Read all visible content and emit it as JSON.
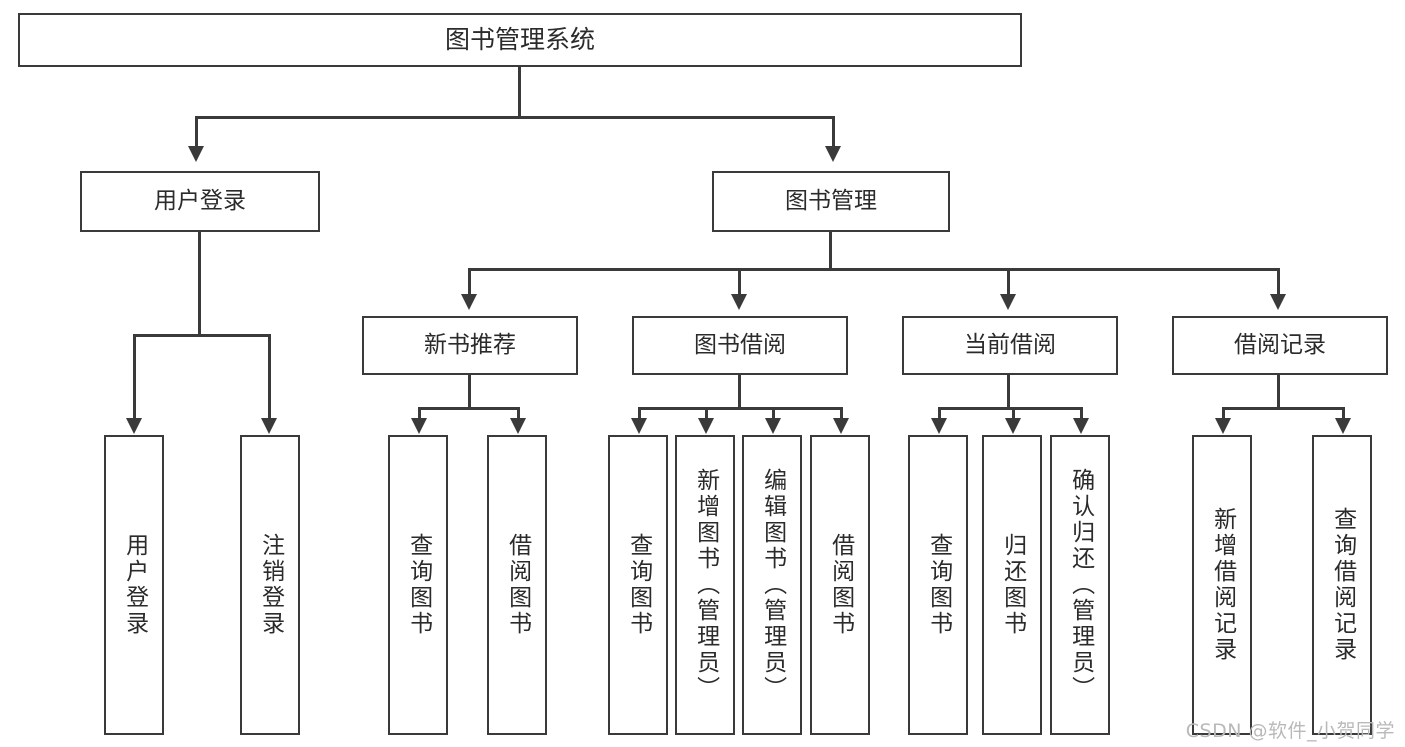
{
  "diagram": {
    "title": "图书管理系统",
    "root": {
      "label": "图书管理系统"
    },
    "level2": [
      {
        "label": "用户登录"
      },
      {
        "label": "图书管理"
      }
    ],
    "level3": [
      {
        "label": "新书推荐"
      },
      {
        "label": "图书借阅"
      },
      {
        "label": "当前借阅"
      },
      {
        "label": "借阅记录"
      }
    ],
    "leaves": {
      "user_login": [
        {
          "label": "用户登录"
        },
        {
          "label": "注销登录"
        }
      ],
      "new_book_recommend": [
        {
          "label": "查询图书"
        },
        {
          "label": "借阅图书"
        }
      ],
      "book_borrow": [
        {
          "label": "查询图书"
        },
        {
          "label": "新增图书（管理员）"
        },
        {
          "label": "编辑图书（管理员）"
        },
        {
          "label": "借阅图书"
        }
      ],
      "current_borrow": [
        {
          "label": "查询图书"
        },
        {
          "label": "归还图书"
        },
        {
          "label": "确认归还（管理员）"
        }
      ],
      "borrow_record": [
        {
          "label": "新增借阅记录"
        },
        {
          "label": "查询借阅记录"
        }
      ]
    }
  },
  "watermark": {
    "text": "CSDN @软件_小贺同学"
  },
  "colors": {
    "stroke": "#3a3a3a",
    "background": "#ffffff",
    "text": "#2b2b2b",
    "watermark": "#b9b9b9"
  }
}
